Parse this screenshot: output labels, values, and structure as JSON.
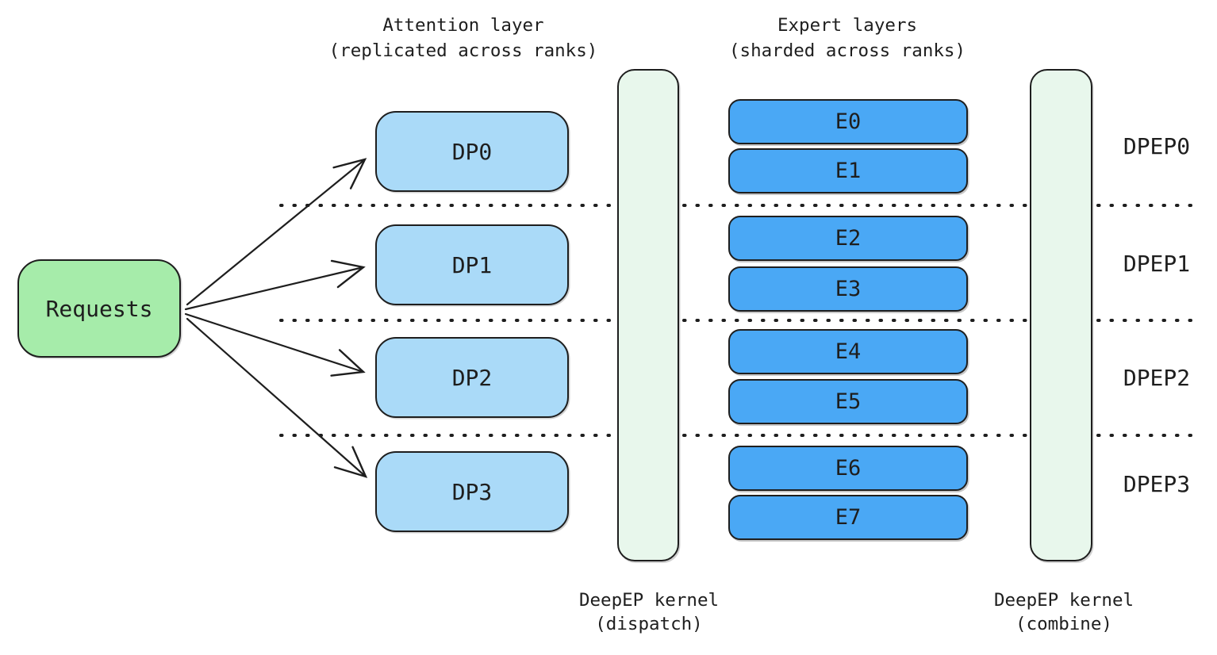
{
  "colors": {
    "requests_fill": "#a6ecaa",
    "dp_fill": "#aadaf8",
    "expert_fill": "#4aa8f5",
    "kernel_fill": "#e8f7ec",
    "stroke": "#1e1e1e",
    "background": "#ffffff"
  },
  "requests": {
    "label": "Requests"
  },
  "attention": {
    "title_line1": "Attention layer",
    "title_line2": "(replicated across ranks)",
    "nodes": [
      {
        "label": "DP0"
      },
      {
        "label": "DP1"
      },
      {
        "label": "DP2"
      },
      {
        "label": "DP3"
      }
    ]
  },
  "experts": {
    "title_line1": "Expert layers",
    "title_line2": "(sharded across ranks)",
    "nodes": [
      {
        "label": "E0"
      },
      {
        "label": "E1"
      },
      {
        "label": "E2"
      },
      {
        "label": "E3"
      },
      {
        "label": "E4"
      },
      {
        "label": "E5"
      },
      {
        "label": "E6"
      },
      {
        "label": "E7"
      }
    ]
  },
  "dispatch_kernel": {
    "label_line1": "DeepEP kernel",
    "label_line2": "(dispatch)"
  },
  "combine_kernel": {
    "label_line1": "DeepEP kernel",
    "label_line2": "(combine)"
  },
  "ranks": [
    {
      "label": "DPEP0"
    },
    {
      "label": "DPEP1"
    },
    {
      "label": "DPEP2"
    },
    {
      "label": "DPEP3"
    }
  ]
}
